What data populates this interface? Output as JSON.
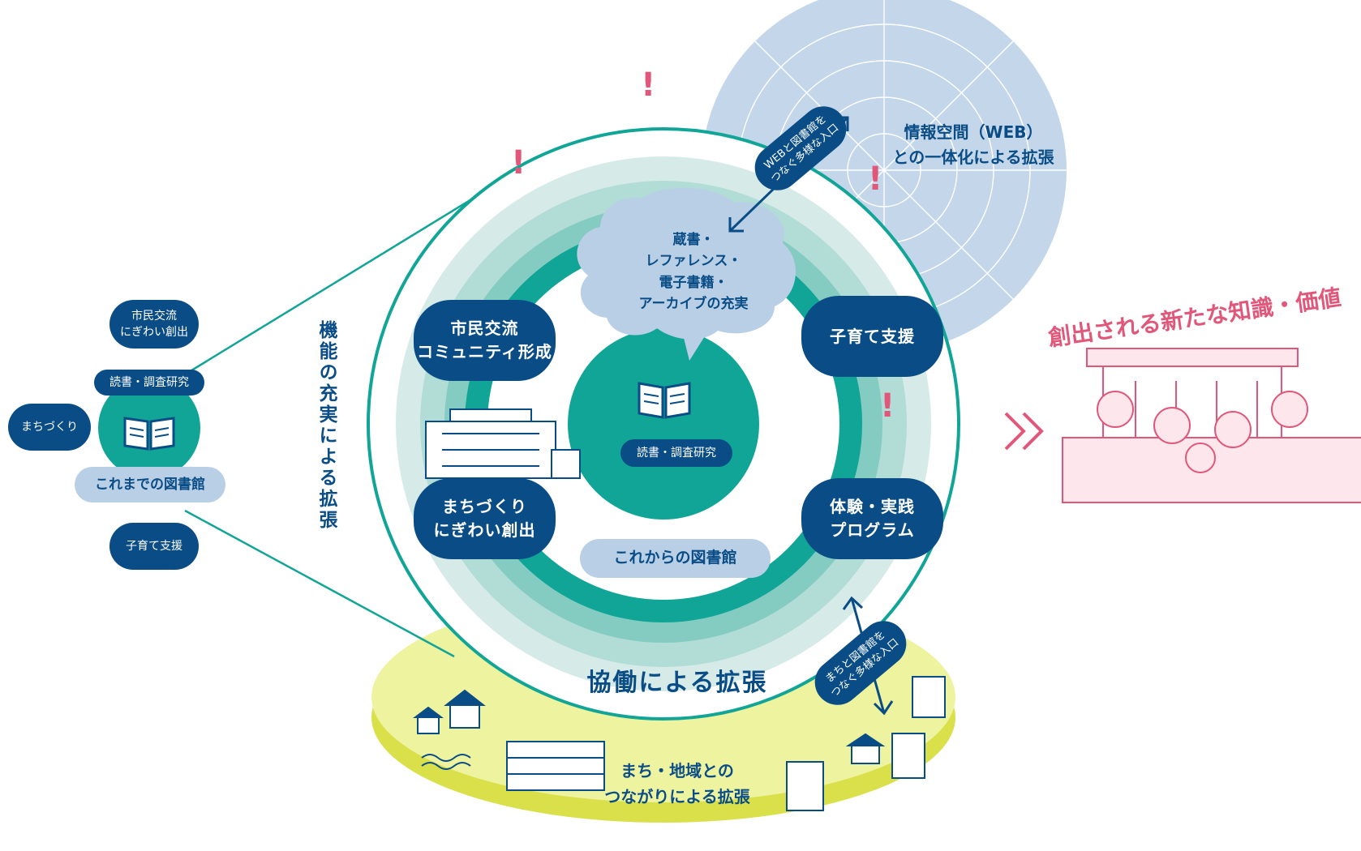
{
  "legacy": {
    "top_pill": "市民交流\nにぎわい創出",
    "reading_pill": "読書・調査研究",
    "machizukuri_pill": "まちづくり",
    "caption": "これまでの図書館",
    "childcare_pill": "子育て支援"
  },
  "vertical_label": "機能の充実による拡張",
  "ring": {
    "community": "市民交流\nコミュニティ形成",
    "childcare": "子育て支援",
    "machizukuri": "まちづくり\nにぎわい創出",
    "program": "体験・実践\nプログラム",
    "center_label": "読書・調査研究",
    "center_caption": "これからの図書館",
    "collection_bubble": "蔵書・\nレファレンス・\n電子書籍・\nアーカイブの充実",
    "collab": "協働による拡張"
  },
  "web": {
    "title": "情報空間（WEB）\nとの一体化による拡張",
    "tag": "WEBと図書館を\nつなぐ多様な入口"
  },
  "town": {
    "title": "まち・地域との\nつながりによる拡張",
    "tag": "まちと図書館を\nつなぐ多様な入口"
  },
  "result": {
    "title": "創出される新たな知識・価値"
  },
  "colors": {
    "navy": "#0a4d86",
    "teal": "#10a596",
    "pale_blue": "#b9cfe6",
    "yellow": "#eef3a0",
    "pink": "#e0577a"
  }
}
